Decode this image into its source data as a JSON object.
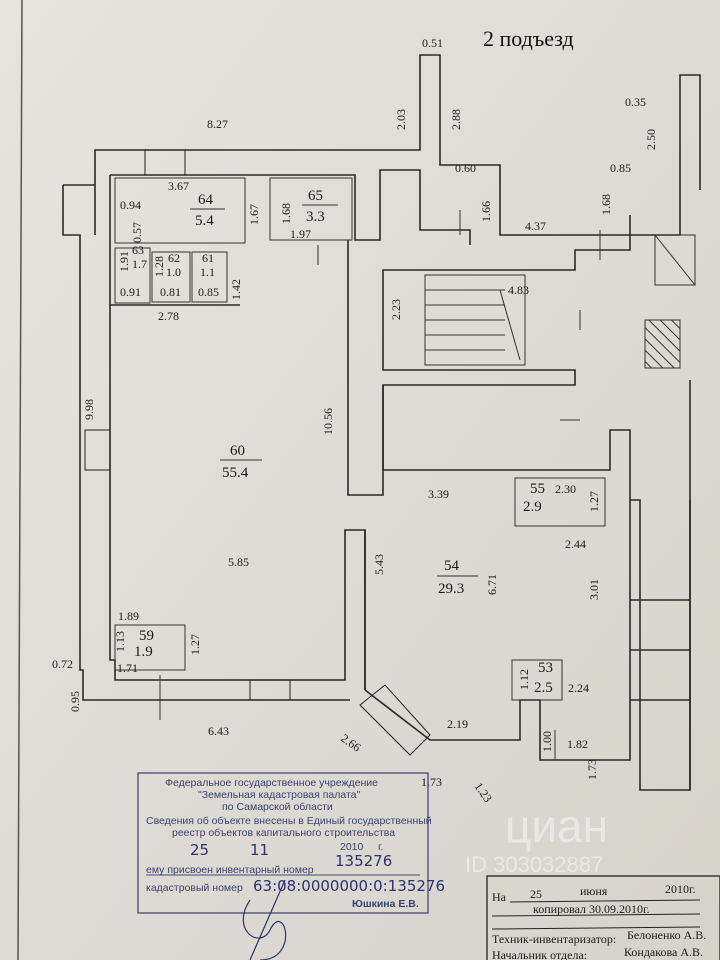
{
  "plan": {
    "entrance_title": "2 подъезд",
    "rooms": [
      {
        "number": "64",
        "area": "5.4"
      },
      {
        "number": "65",
        "area": "3.3"
      },
      {
        "number": "63",
        "area": "1.7"
      },
      {
        "number": "62",
        "area": "1.0"
      },
      {
        "number": "61",
        "area": "1.1"
      },
      {
        "number": "60",
        "area": "55.4"
      },
      {
        "number": "59",
        "area": "1.9"
      },
      {
        "number": "55",
        "area": "2.9"
      },
      {
        "number": "54",
        "area": "29.3"
      },
      {
        "number": "53",
        "area": "2.5"
      }
    ],
    "dimensions": [
      "0.51",
      "2.03",
      "2.88",
      "0.35",
      "2.50",
      "8.27",
      "0.60",
      "0.85",
      "3.67",
      "0.94",
      "0.57",
      "1.67",
      "1.68",
      "1.97",
      "1.66",
      "4.37",
      "1.68",
      "1.91",
      "1.28",
      "0.91",
      "0.81",
      "0.85",
      "1.42",
      "4.83",
      "2.23",
      "2.78",
      "9.98",
      "10.56",
      "3.39",
      "2.30",
      "1.27",
      "2.44",
      "5.43",
      "6.71",
      "3.01",
      "5.85",
      "1.89",
      "1.13",
      "1.27",
      "1.71",
      "0.72",
      "0.95",
      "6.43",
      "2.66",
      "2.19",
      "1.12",
      "2.24",
      "1.00",
      "1.82",
      "1.73",
      "1.73",
      "1.23"
    ]
  },
  "stamp": {
    "line1": "Федеральное государственное учреждение",
    "line2": "\"Земельная кадастровая палата\"",
    "line3": "по Самарской области",
    "line4": "Сведения об объекте внесены в Единый государственный",
    "line5": "реестр объектов капитального строительства",
    "date_day": "25",
    "date_month": "11",
    "date_year": "2010",
    "date_suffix": "г.",
    "inventory_label": "ему присвоен инвентарный номер",
    "inventory_number": "135276",
    "cadastral_label": "кадастровый номер",
    "cadastral_number": "63:08:0000000:0:135276",
    "signer": "Юшкина Е.В."
  },
  "info_box": {
    "on_label": "На",
    "day": "25",
    "month": "июня",
    "year": "2010г.",
    "copied": "копировал 30.09.2010г.",
    "technician_label": "Техник-инвентаризатор:",
    "technician_name": "Белоненко А.В.",
    "head_label": "Начальник отдела:",
    "head_name": "Кондакова А.В."
  },
  "watermark": {
    "brand": "циан",
    "id": "ID 303032887"
  }
}
